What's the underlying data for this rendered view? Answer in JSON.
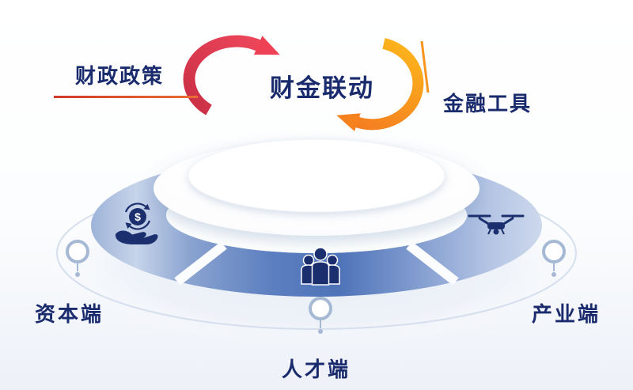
{
  "diagram": {
    "center_title": "财金联动",
    "left_label": "财政政策",
    "right_label": "金融工具",
    "coin_symbol": "$",
    "nodes": [
      {
        "id": "capital",
        "label": "资本端",
        "icon": "money-hand-icon",
        "position": "left"
      },
      {
        "id": "talent",
        "label": "人才端",
        "icon": "people-icon",
        "position": "bottom-center"
      },
      {
        "id": "industry",
        "label": "产业端",
        "icon": "drone-icon",
        "position": "right"
      }
    ],
    "arrows": [
      {
        "id": "red-cycle-arrow",
        "color": "#e23c4e",
        "direction": "up-and-over-to-right"
      },
      {
        "id": "orange-cycle-arrow",
        "color": "#f7941d",
        "direction": "down-and-under-to-left"
      }
    ],
    "colors": {
      "navy_text": "#1a2b6d",
      "red_arrow": "#e23c4e",
      "orange_arrow": "#f7941d",
      "ring_blue": "#4e73b8",
      "ring_light_blue": "#c7d4ea",
      "pin_ring": "#a6b9d4"
    }
  }
}
